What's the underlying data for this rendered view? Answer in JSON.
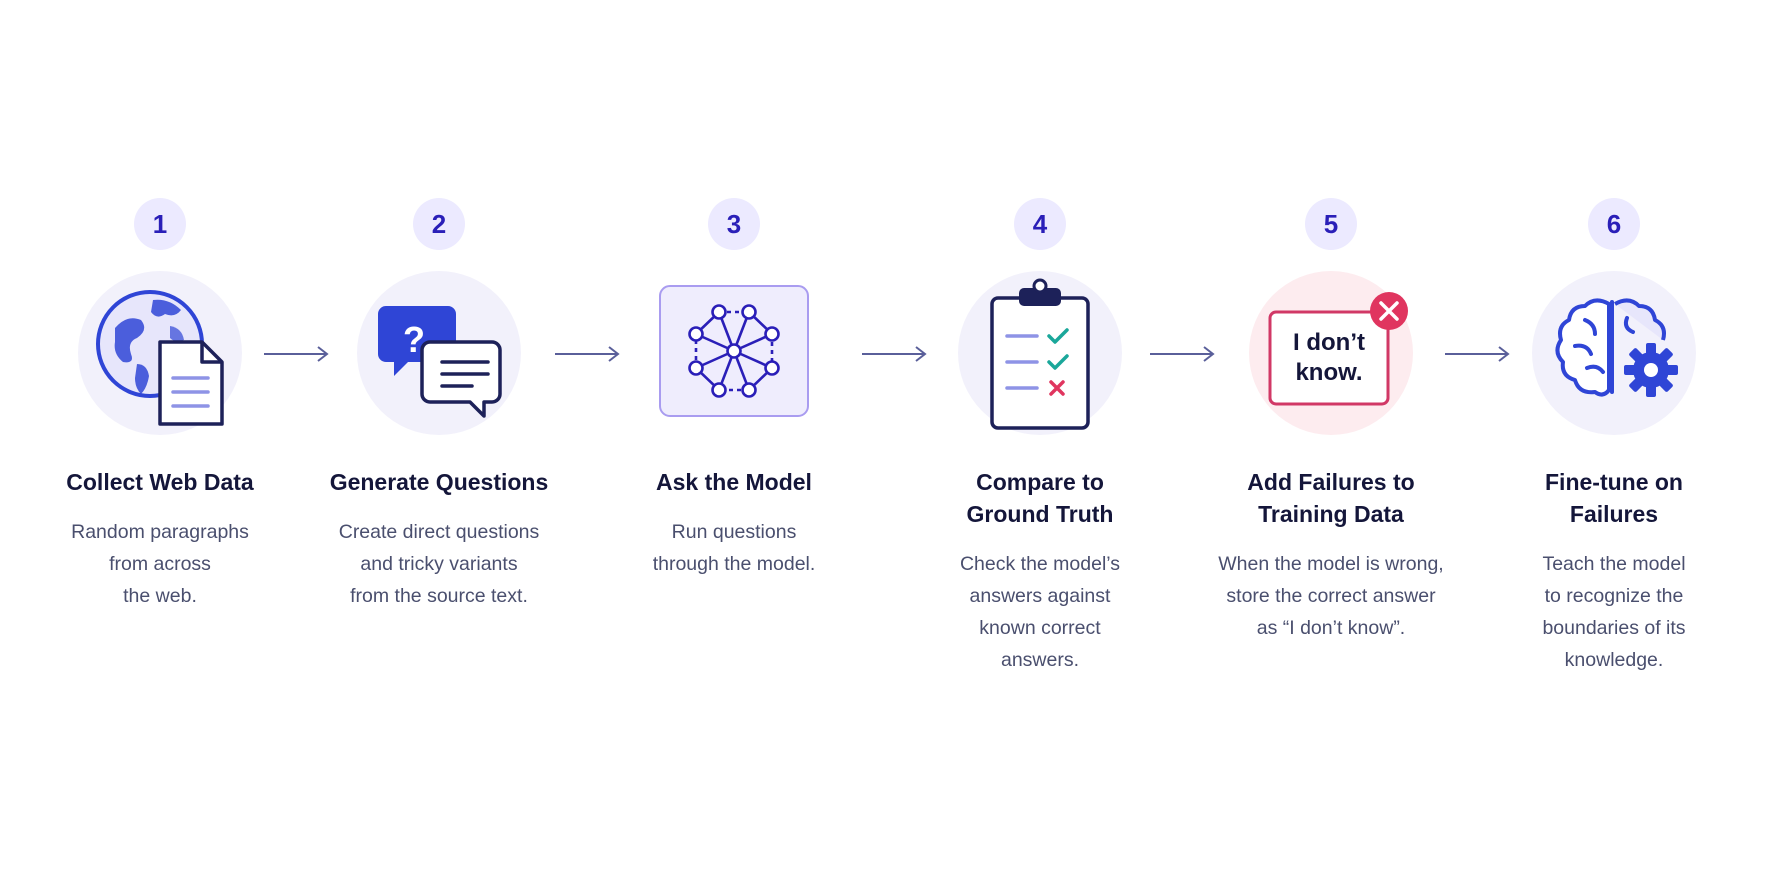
{
  "steps": [
    {
      "number": "1",
      "icon": "globe-document-icon",
      "title": [
        "Collect Web Data"
      ],
      "description": [
        "Random paragraphs",
        "from across",
        "the web."
      ]
    },
    {
      "number": "2",
      "icon": "question-chat-icon",
      "title": [
        "Generate Questions"
      ],
      "description": [
        "Create direct questions",
        "and tricky variants",
        "from the source text."
      ]
    },
    {
      "number": "3",
      "icon": "neural-network-icon",
      "title": [
        "Ask the Model"
      ],
      "description": [
        "Run questions",
        "through the model."
      ]
    },
    {
      "number": "4",
      "icon": "clipboard-checklist-icon",
      "title": [
        "Compare to",
        "Ground Truth"
      ],
      "description": [
        "Check the model’s",
        "answers against",
        "known correct",
        "answers."
      ]
    },
    {
      "number": "5",
      "icon": "i-dont-know-card-icon",
      "icon_text": [
        "I don’t",
        "know."
      ],
      "title": [
        "Add Failures to",
        "Training Data"
      ],
      "description": [
        "When the model is wrong,",
        "store the correct answer",
        "as “I don’t know”."
      ]
    },
    {
      "number": "6",
      "icon": "brain-gear-icon",
      "title": [
        "Fine-tune on",
        "Failures"
      ],
      "description": [
        "Teach the model",
        "to recognize the",
        "boundaries of its",
        "knowledge."
      ]
    }
  ],
  "colors": {
    "accent": "#2a1fb8",
    "icon_blue": "#2f45d6",
    "navy": "#1d2159",
    "teal": "#1aa79a",
    "alert_red": "#e0355f",
    "pale_circle": "#f2f1fb",
    "pale_pink": "#fdecef"
  }
}
